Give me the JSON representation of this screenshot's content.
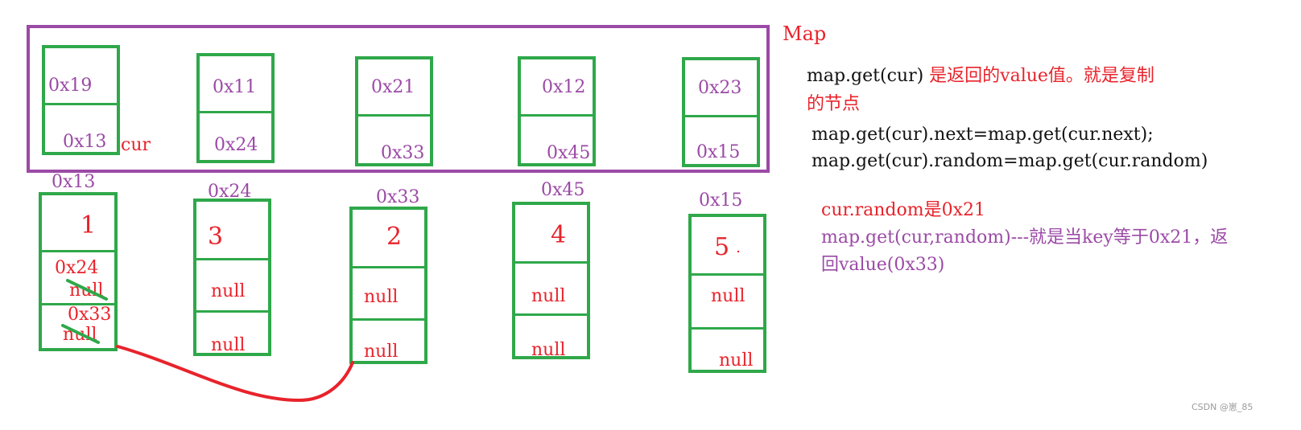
{
  "map_label": "Map",
  "map_nodes": [
    {
      "top": "0x19",
      "bottom": "0x13"
    },
    {
      "top": "0x11",
      "bottom": "0x24"
    },
    {
      "top": "0x21",
      "bottom": "0x33"
    },
    {
      "top": "0x12",
      "bottom": "0x45"
    },
    {
      "top": "0x23",
      "bottom": "0x15"
    }
  ],
  "cur_label": "cur",
  "list_nodes": [
    {
      "addr": "0x13",
      "val": "1",
      "next": "null",
      "random": "null",
      "next_new": "0x24",
      "random_new": "0x33"
    },
    {
      "addr": "0x24",
      "val": "3",
      "next": "null",
      "random": "null"
    },
    {
      "addr": "0x33",
      "val": "2",
      "next": "null",
      "random": "null"
    },
    {
      "addr": "0x45",
      "val": "4",
      "next": "null",
      "random": "null"
    },
    {
      "addr": "0x15",
      "val": "5",
      "next": "null",
      "random": "null"
    }
  ],
  "notes": {
    "line1_code": "map.get(cur)",
    "line1_text": " 是返回的value值。就是复制",
    "line2_text": "的节点",
    "code1": "map.get(cur).next=map.get(cur.next);",
    "code2": "map.get(cur).random=map.get(cur.random)",
    "random_is": "cur.random是0x21",
    "explain1": "map.get(cur,random)---就是当key等于0x21，返",
    "explain2": "回value(0x33)"
  },
  "watermark": "CSDN @崽_85",
  "colors": {
    "green": "#2fa84a",
    "purple": "#9b4aa6",
    "red": "#e8232b"
  }
}
